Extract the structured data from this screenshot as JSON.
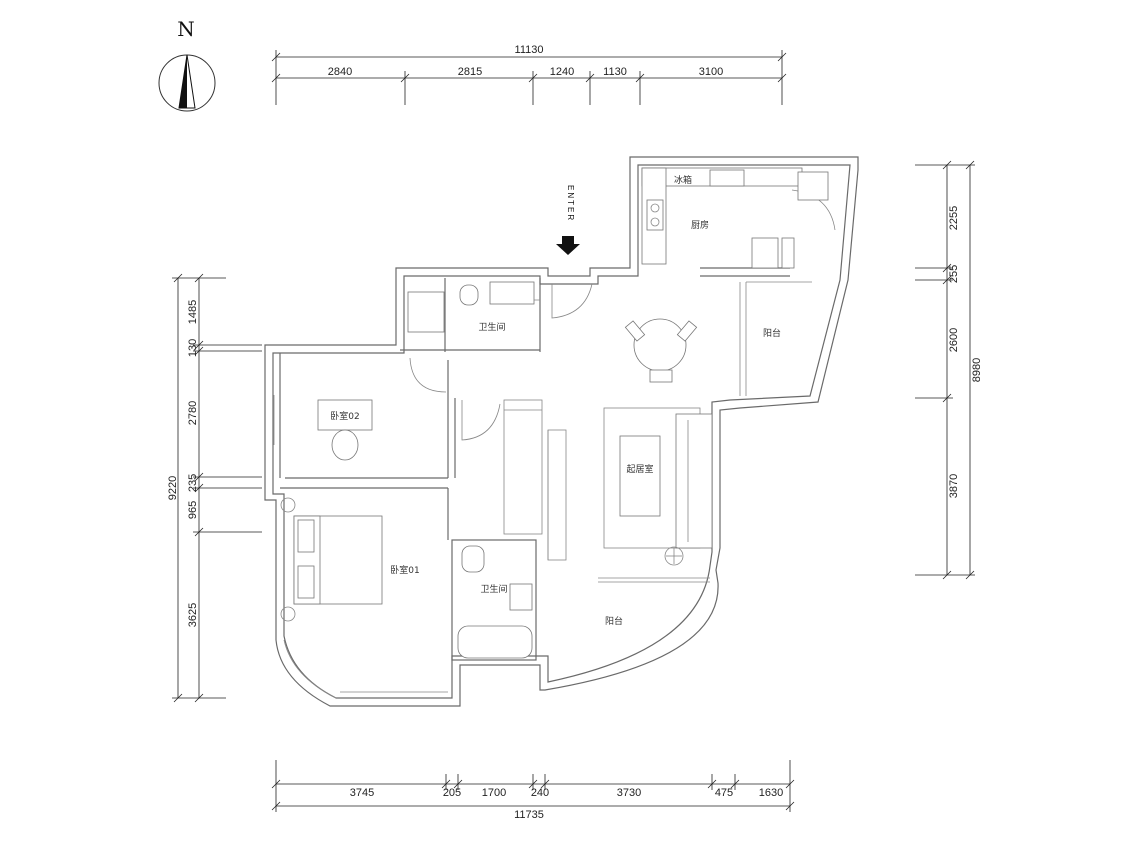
{
  "compass": {
    "north_label": "N"
  },
  "entry": {
    "label": "ENTER"
  },
  "top_dims": {
    "total": "11130",
    "segments": [
      "2840",
      "2815",
      "1240",
      "1130",
      "3100"
    ]
  },
  "bottom_dims": {
    "total": "11735",
    "segments": [
      "3745",
      "205",
      "1700",
      "240",
      "3730",
      "475",
      "1630"
    ]
  },
  "left_dims": {
    "total": "9220",
    "segments": [
      "1485",
      "130",
      "2780",
      "235",
      "965",
      "3625"
    ]
  },
  "right_dims": {
    "total": "8980",
    "segments": [
      "2255",
      "255",
      "2600",
      "3870"
    ]
  },
  "rooms": {
    "kitchen": "厨房",
    "fridge": "冰箱",
    "bathroom_top": "卫生间",
    "balcony_east": "阳台",
    "bedroom_02": "卧室02",
    "living_room": "起居室",
    "bedroom_01": "卧室01",
    "bathroom_bottom": "卫生间",
    "balcony_south": "阳台"
  }
}
